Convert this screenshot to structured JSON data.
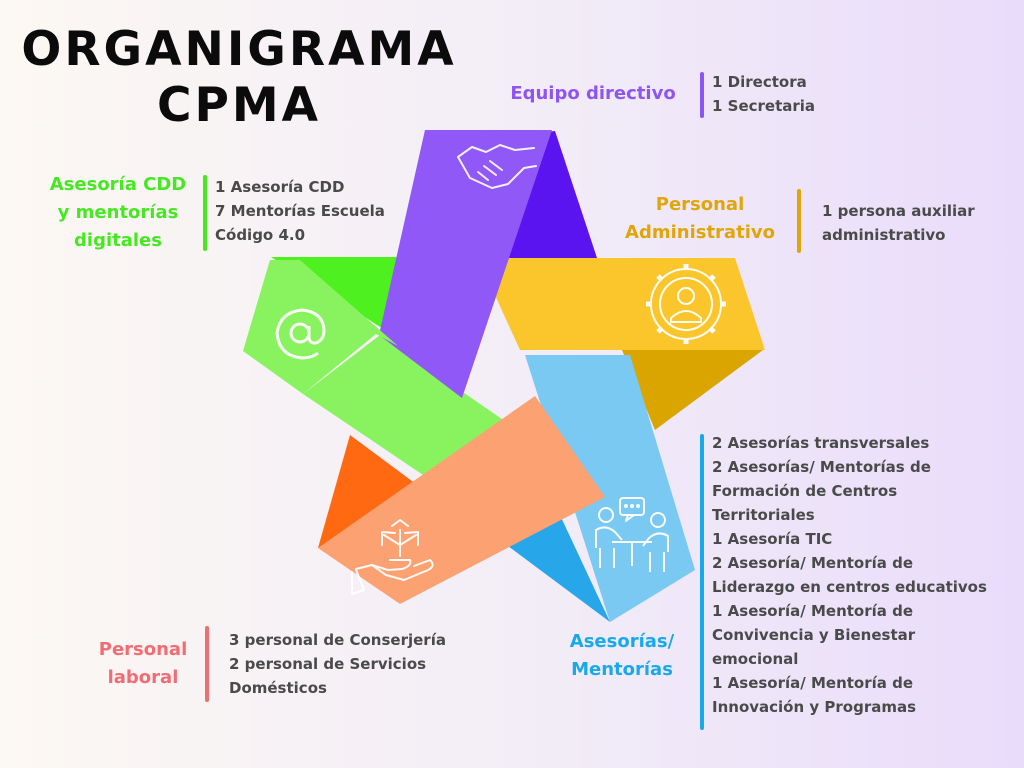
{
  "title": {
    "line1": "ORGANIGRAMA",
    "line2": "CPMA"
  },
  "colors": {
    "purple": "#8f58f7",
    "purple_dark": "#5a14f0",
    "yellow": "#fbc52c",
    "yellow_dark": "#dba500",
    "blue": "#79c9f3",
    "blue_dark": "#27a6e9",
    "salmon": "#fba172",
    "orange_dark": "#ff6912",
    "green": "#88f35f",
    "green_dark": "#4ef020",
    "label_purple": "#8e55f5",
    "label_yellow": "#e0a609",
    "label_blue": "#18a9ea",
    "label_salmon": "#f26d73",
    "label_green": "#47e823"
  },
  "sections": {
    "equipo": {
      "label": [
        "Equipo directivo"
      ],
      "items": [
        "1 Directora",
        "1 Secretaria"
      ],
      "icon": "handshake-icon"
    },
    "administrativo": {
      "label": [
        "Personal",
        "Administrativo"
      ],
      "items": [
        "1 persona auxiliar",
        "administrativo"
      ],
      "icon": "gear-person-icon"
    },
    "asesorias": {
      "label": [
        "Asesorías/",
        "Mentorías"
      ],
      "items": [
        "2 Asesorías transversales",
        "2 Asesorías/ Mentorías de",
        "Formación de Centros",
        "Territoriales",
        "1 Asesoría TIC",
        "2 Asesoría/ Mentoría de",
        "Liderazgo en centros educativos",
        "1 Asesoría/ Mentoría de",
        "Convivencia y Bienestar",
        "emocional",
        "1 Asesoría/ Mentoría de",
        "Innovación y Programas"
      ],
      "icon": "meeting-icon"
    },
    "laboral": {
      "label": [
        "Personal",
        "laboral"
      ],
      "items": [
        "3 personal de Conserjería",
        "2 personal de Servicios",
        "Domésticos"
      ],
      "icon": "hand-arrows-icon"
    },
    "cdd": {
      "label": [
        "Asesoría CDD",
        "y mentorías",
        "digitales"
      ],
      "items": [
        "1 Asesoría CDD",
        "7 Mentorías Escuela",
        "Código 4.0"
      ],
      "icon": "at-sign-icon"
    }
  }
}
